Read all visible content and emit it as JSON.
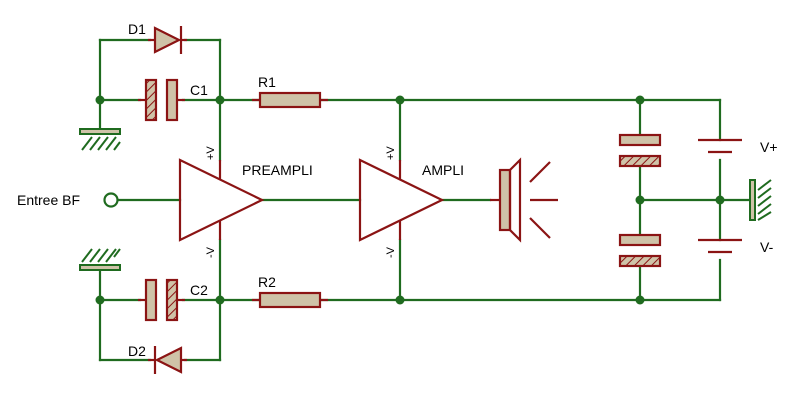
{
  "labels": {
    "d1": "D1",
    "d2": "D2",
    "c1": "C1",
    "c2": "C2",
    "r1": "R1",
    "r2": "R2",
    "preampli": "PREAMPLI",
    "ampli": "AMPLI",
    "input": "Entree BF",
    "vplus": "V+",
    "vminus": "V-",
    "preamp_vplus": "+V",
    "preamp_vminus": "-V",
    "amp_vplus": "+V",
    "amp_vminus": "-V"
  },
  "colors": {
    "wire": "#1f6b1f",
    "component_outline": "#8b1414",
    "component_fill": "#cfc3a8"
  }
}
